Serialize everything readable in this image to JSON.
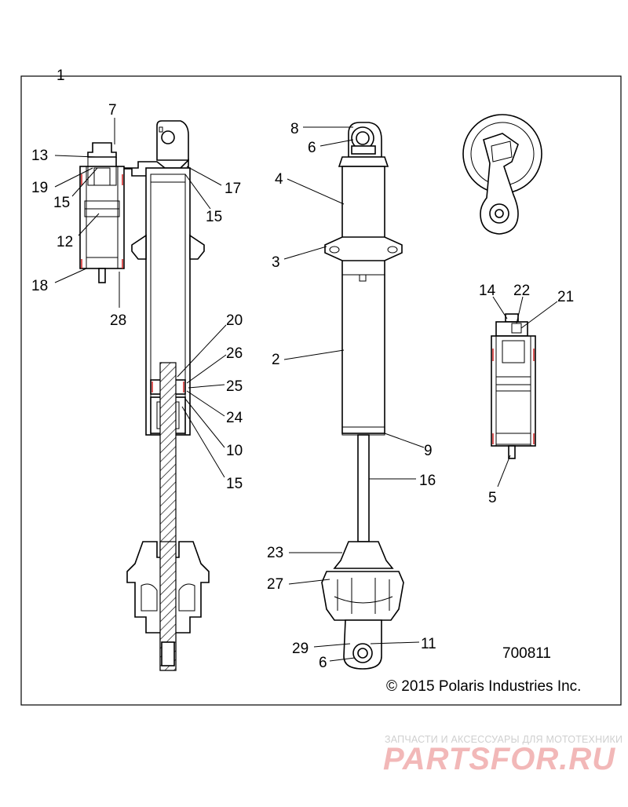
{
  "diagram": {
    "callouts": [
      {
        "id": "c1",
        "text": "1"
      },
      {
        "id": "c7",
        "text": "7"
      },
      {
        "id": "c13",
        "text": "13"
      },
      {
        "id": "c19",
        "text": "19"
      },
      {
        "id": "c15a",
        "text": "15"
      },
      {
        "id": "c12",
        "text": "12"
      },
      {
        "id": "c18",
        "text": "18"
      },
      {
        "id": "c28",
        "text": "28"
      },
      {
        "id": "c17",
        "text": "17"
      },
      {
        "id": "c15b",
        "text": "15"
      },
      {
        "id": "c20",
        "text": "20"
      },
      {
        "id": "c26",
        "text": "26"
      },
      {
        "id": "c25",
        "text": "25"
      },
      {
        "id": "c24",
        "text": "24"
      },
      {
        "id": "c10",
        "text": "10"
      },
      {
        "id": "c15c",
        "text": "15"
      },
      {
        "id": "c8",
        "text": "8"
      },
      {
        "id": "c6a",
        "text": "6"
      },
      {
        "id": "c4",
        "text": "4"
      },
      {
        "id": "c3",
        "text": "3"
      },
      {
        "id": "c2",
        "text": "2"
      },
      {
        "id": "c9",
        "text": "9"
      },
      {
        "id": "c16",
        "text": "16"
      },
      {
        "id": "c23",
        "text": "23"
      },
      {
        "id": "c27",
        "text": "27"
      },
      {
        "id": "c29",
        "text": "29"
      },
      {
        "id": "c11",
        "text": "11"
      },
      {
        "id": "c6b",
        "text": "6"
      },
      {
        "id": "c14",
        "text": "14"
      },
      {
        "id": "c22",
        "text": "22"
      },
      {
        "id": "c21",
        "text": "21"
      },
      {
        "id": "c5",
        "text": "5"
      }
    ],
    "reference_number": "700811",
    "copyright": "© 2015 Polaris Industries Inc."
  },
  "watermark": {
    "tagline": "ЗАПЧАСТИ И АКСЕССУАРЫ ДЛЯ МОТОТЕХНИКИ",
    "logo_text": "PARTSFOR.RU",
    "colors": {
      "tagline": "#cfcfcf",
      "logo": "#f2b8b8"
    }
  }
}
